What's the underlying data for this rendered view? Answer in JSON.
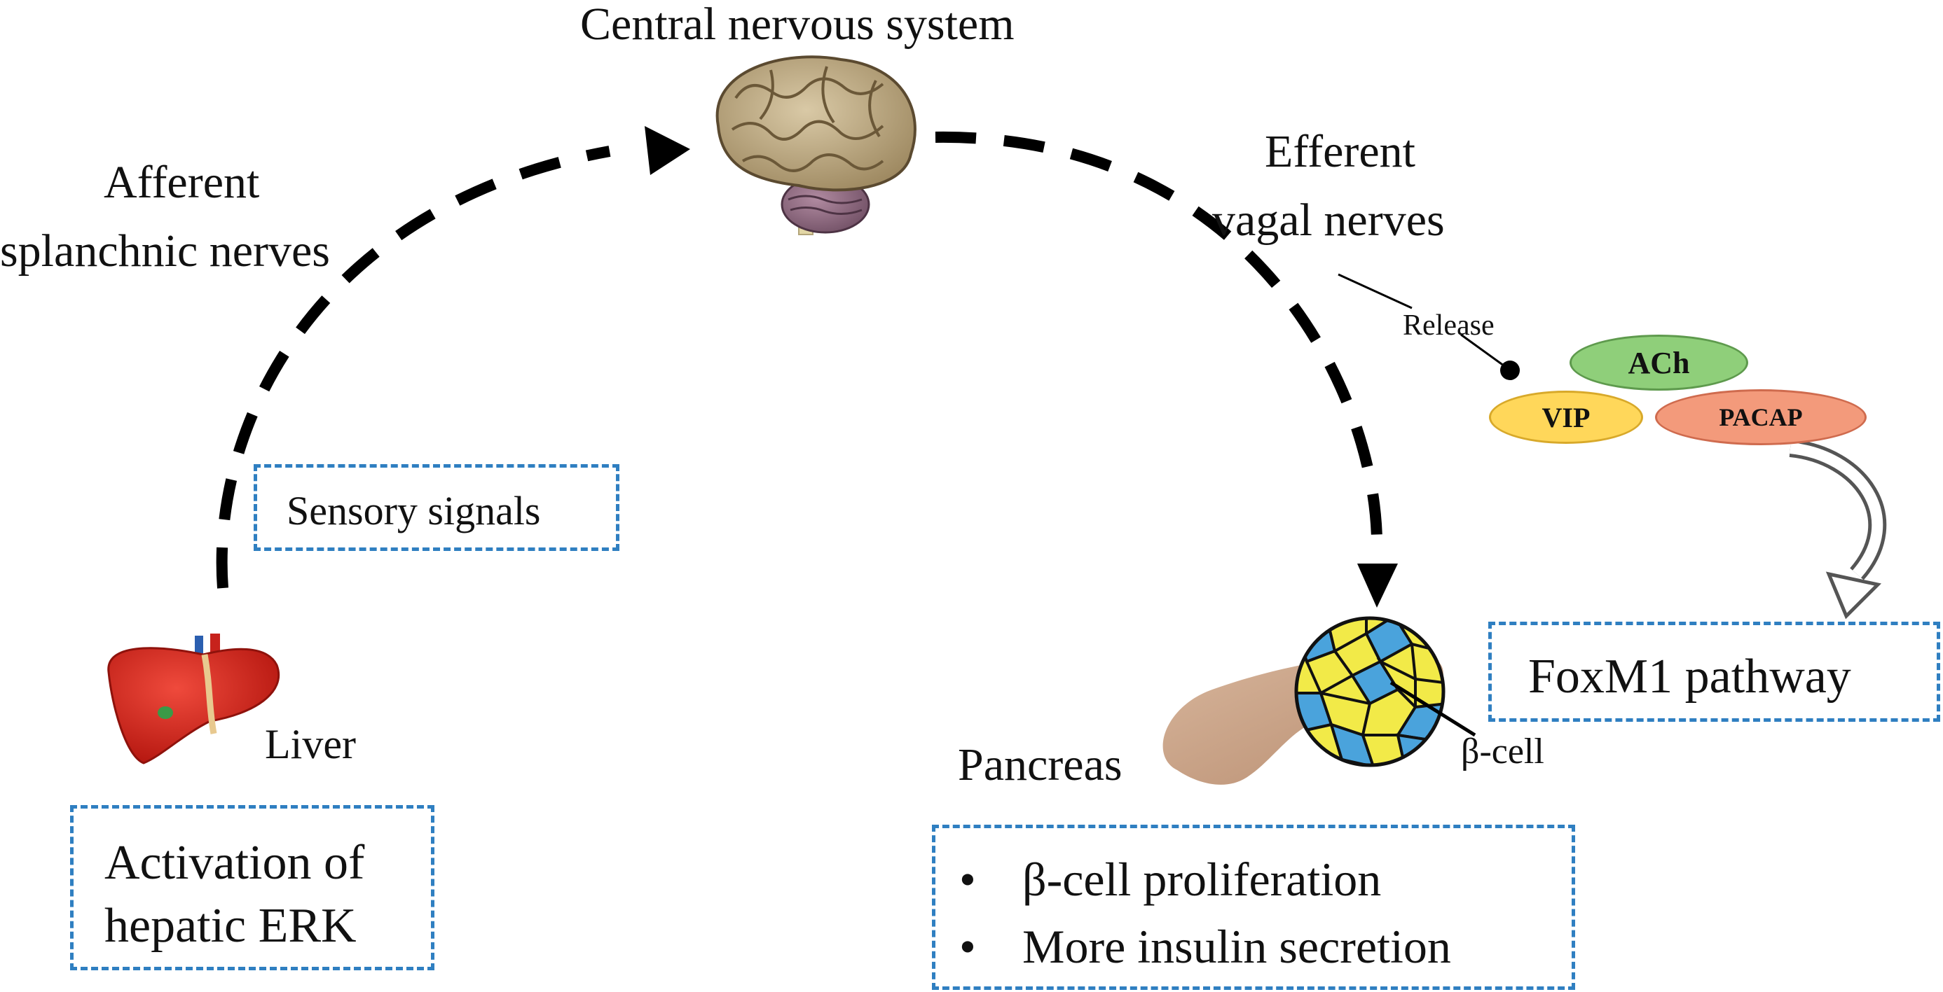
{
  "labels": {
    "cns": "Central nervous system",
    "afferent_line1": "Afferent",
    "afferent_line2": "splanchnic nerves",
    "efferent_line1": "Efferent",
    "efferent_line2": "vagal nerves",
    "release": "Release",
    "liver": "Liver",
    "pancreas": "Pancreas",
    "beta_cell": "β-cell"
  },
  "neurotransmitters": {
    "ach": "ACh",
    "vip": "VIP",
    "pacap": "PACAP"
  },
  "boxes": {
    "sensory": "Sensory signals",
    "hepatic_line1": "Activation of",
    "hepatic_line2": "hepatic ERK",
    "foxm1": "FoxM1 pathway",
    "outcomes": [
      "β-cell proliferation",
      "More insulin secretion"
    ]
  },
  "colors": {
    "box_border": "#2f7fc1",
    "ach": "#8fcf7a",
    "vip": "#ffd75a",
    "pacap": "#f39a7b",
    "islet_yellow": "#f2ea48",
    "islet_blue": "#4aa3dc",
    "liver": "#d3211e"
  },
  "icons": [
    "brain-icon",
    "liver-icon",
    "pancreas-icon",
    "islet-icon"
  ]
}
